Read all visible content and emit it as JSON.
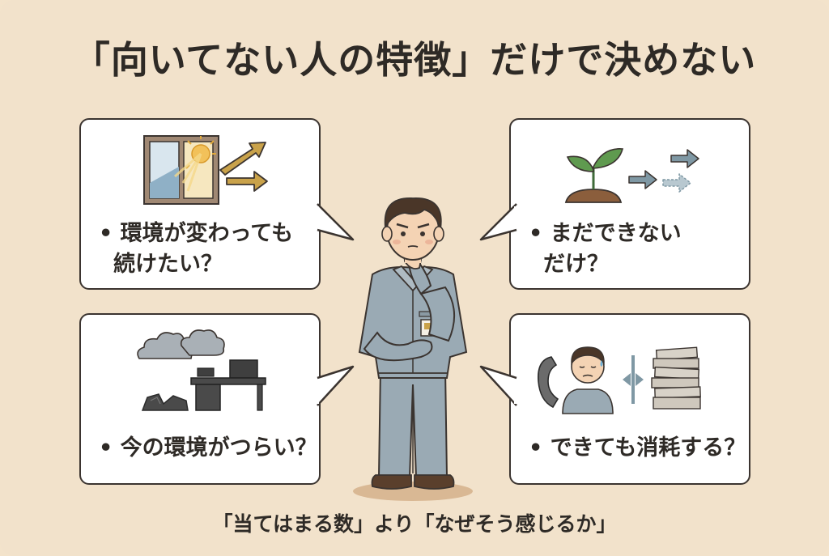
{
  "title": "「向いてない人の特徴」だけで決めない",
  "bubbles": {
    "top_left": {
      "line1": "• 環境が変わっても",
      "line2": "続けたい？"
    },
    "top_right": {
      "line1": "• まだできない",
      "line2": "だけ？"
    },
    "bottom_left": {
      "line1": "• 今の環境がつらい？"
    },
    "bottom_right": {
      "line1": "• できても消耗する？"
    }
  },
  "caption": "「当てはまる数」より「なぜそう感じるか」",
  "icons": {
    "top_left": [
      "window-icon",
      "sun-icon",
      "arrows-icon"
    ],
    "top_right": [
      "sprout-icon",
      "growth-arrows-icon"
    ],
    "bottom_left": [
      "cloud-icon",
      "desk-icon",
      "rubble-icon"
    ],
    "bottom_right": [
      "phone-icon",
      "tired-person-icon",
      "document-stack-icon"
    ]
  },
  "colors": {
    "background": "#f2e2cb",
    "outline": "#3b3430",
    "uniform": "#9aaab4",
    "accent_gold": "#c9a24a",
    "accent_teal": "#7f98a4"
  }
}
